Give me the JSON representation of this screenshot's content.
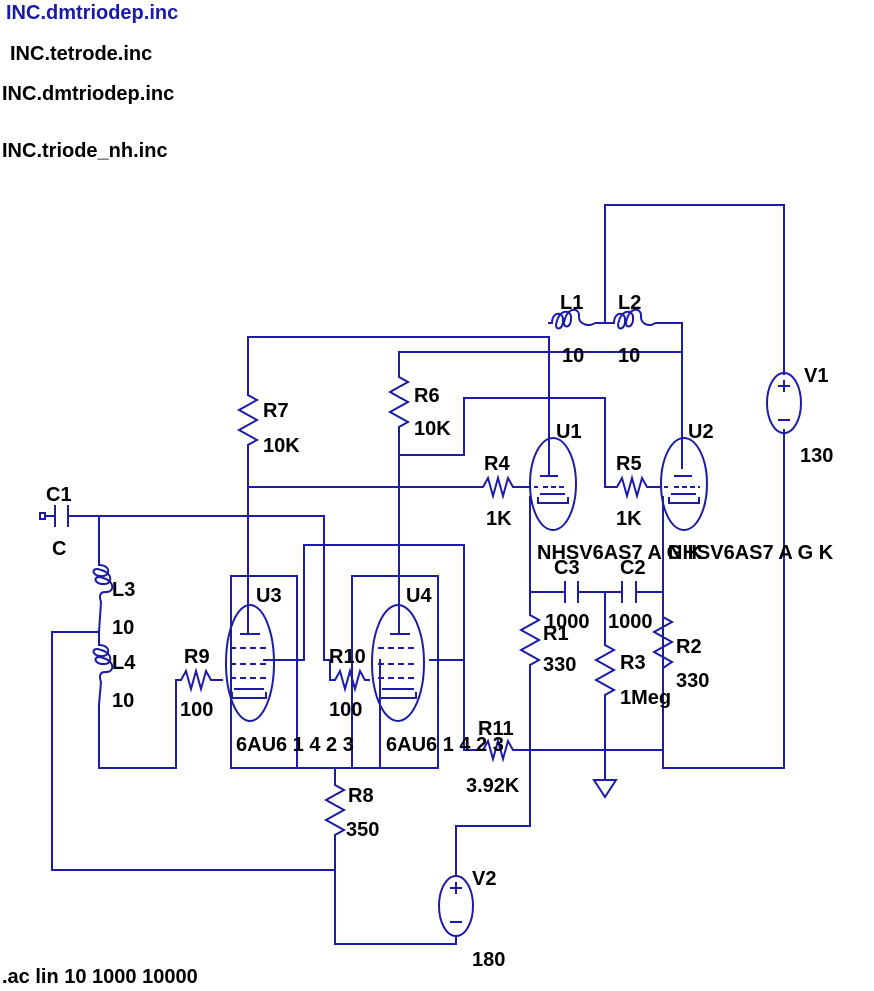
{
  "directives": {
    "include_active": "INC.dmtriodep.inc",
    "include_tetrode": "INC.tetrode.inc",
    "include_triode_dep": "INC.dmtriodep.inc",
    "include_triode_nh": "INC.triode_nh.inc",
    "analysis": ".ac lin 10 1000 10000"
  },
  "components": {
    "C1": {
      "ref": "C1",
      "value": "C"
    },
    "L1": {
      "ref": "L1",
      "value": "10"
    },
    "L2": {
      "ref": "L2",
      "value": "10"
    },
    "L3": {
      "ref": "L3",
      "value": "10"
    },
    "L4": {
      "ref": "L4",
      "value": "10"
    },
    "R1": {
      "ref": "R1",
      "value": "330"
    },
    "R2": {
      "ref": "R2",
      "value": "330"
    },
    "R3": {
      "ref": "R3",
      "value": "1Meg"
    },
    "R4": {
      "ref": "R4",
      "value": "1K"
    },
    "R5": {
      "ref": "R5",
      "value": "1K"
    },
    "R6": {
      "ref": "R6",
      "value": "10K"
    },
    "R7": {
      "ref": "R7",
      "value": "10K"
    },
    "R8": {
      "ref": "R8",
      "value": "350"
    },
    "R9": {
      "ref": "R9",
      "value": "100"
    },
    "R10": {
      "ref": "R10",
      "value": "100"
    },
    "R11": {
      "ref": "R11",
      "value": "3.92K"
    },
    "C2": {
      "ref": "C2",
      "value": "1000"
    },
    "C3": {
      "ref": "C3",
      "value": "1000"
    },
    "V1": {
      "ref": "V1",
      "value": "130"
    },
    "V2": {
      "ref": "V2",
      "value": "180"
    },
    "U1": {
      "ref": "U1",
      "model": "NHSV6AS7 A G K"
    },
    "U2": {
      "ref": "U2",
      "model": "NHSV6AS7 A G K"
    },
    "U3": {
      "ref": "U3",
      "model": "6AU6 1 4 2 3"
    },
    "U4": {
      "ref": "U4",
      "model": "6AU6 1 4 2 3"
    }
  },
  "colors": {
    "wire": "#1c1ca6",
    "link_text": "#1a1aa8",
    "text": "#000000"
  }
}
